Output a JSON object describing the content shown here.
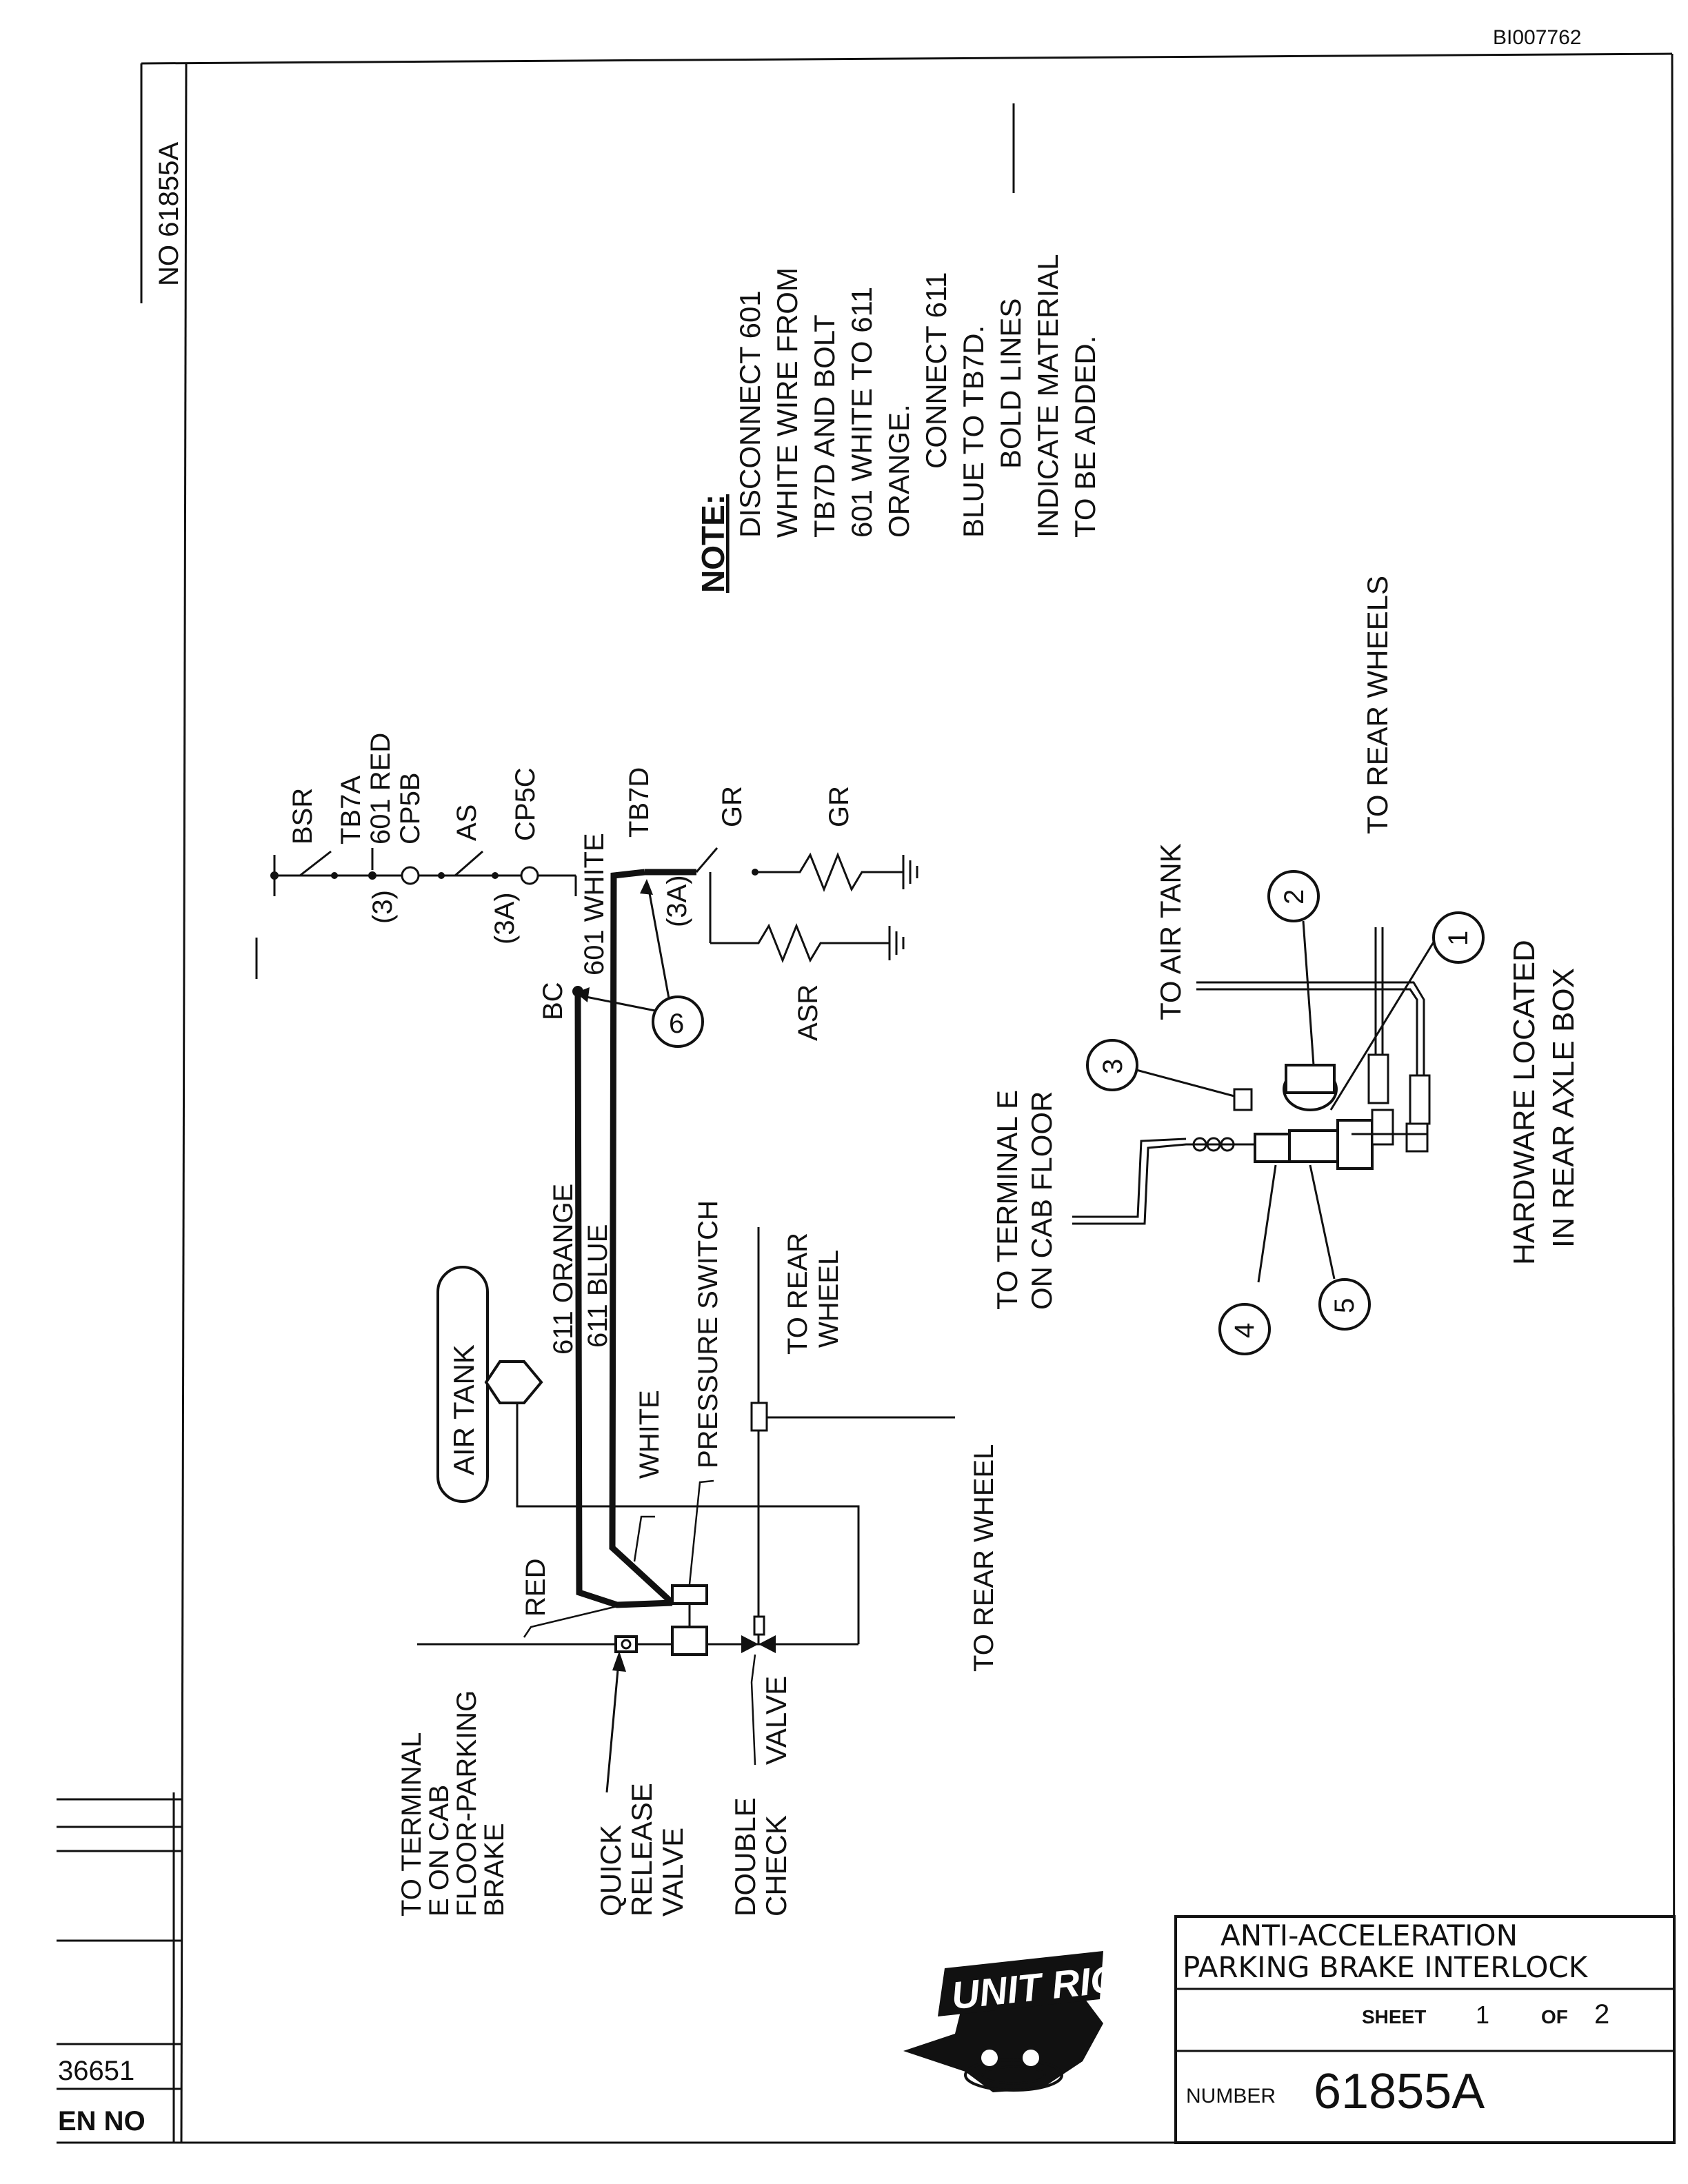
{
  "doc_id": "BI007762",
  "drawing_no_vertical": "NO 61855A",
  "note": {
    "heading": "NOTE:",
    "lines": [
      "DISCONNECT 601",
      "WHITE WIRE FROM",
      "TB7D AND BOLT",
      "601 WHITE TO 611",
      "ORANGE.",
      "CONNECT 611",
      "BLUE TO TB7D.",
      "BOLD LINES",
      "INDICATE MATERIAL",
      "TO BE ADDED."
    ]
  },
  "schematic": {
    "bsr": "BSR",
    "tb7a": "TB7A",
    "red601": "601 RED",
    "cp5b": "CP5B",
    "n3": "(3)",
    "as": "AS",
    "cp5c": "CP5C",
    "n3a_left": "(3A)",
    "white601": "601 WHITE",
    "tb7d": "TB7D",
    "n3a_right": "(3A)",
    "gr1": "GR",
    "gr2": "GR",
    "asr": "ASR",
    "bc": "BC",
    "callout6": "6"
  },
  "piping": {
    "orange611": "611 ORANGE",
    "blue611": "611 BLUE",
    "white": "WHITE",
    "pressure_switch": "PRESSURE SWITCH",
    "air_tank": "AIR TANK",
    "red": "RED",
    "to_rear_wheel_a": [
      "TO REAR",
      "WHEEL"
    ],
    "to_rear_wheel_b": "TO REAR WHEEL",
    "to_terminal_parking": [
      "TO TERMINAL",
      "E ON CAB",
      "FLOOR-PARKING",
      "BRAKE"
    ],
    "quick_release": [
      "QUICK",
      "RELEASE",
      "VALVE"
    ],
    "double_check": [
      "DOUBLE",
      "CHECK",
      "VALVE"
    ]
  },
  "assembly": {
    "to_air_tank": "TO AIR TANK",
    "to_rear_wheels": "TO REAR WHEELS",
    "to_terminal_floor": [
      "TO TERMINAL E",
      "ON CAB FLOOR"
    ],
    "hardware": [
      "HARDWARE LOCATED",
      "IN REAR AXLE BOX"
    ],
    "callouts": [
      "1",
      "2",
      "3",
      "4",
      "5"
    ]
  },
  "title_block": {
    "title_line1": "ANTI-ACCELERATION",
    "title_line2": "PARKING BRAKE INTERLOCK",
    "sheet_label": "SHEET",
    "sheet_no": "1",
    "of_label": "OF",
    "sheet_total": "2",
    "number_label": "NUMBER",
    "number": "61855A",
    "logo_text": "UNIT RIG"
  },
  "revision_block": {
    "en_value": "36651",
    "en_label": "EN NO"
  }
}
